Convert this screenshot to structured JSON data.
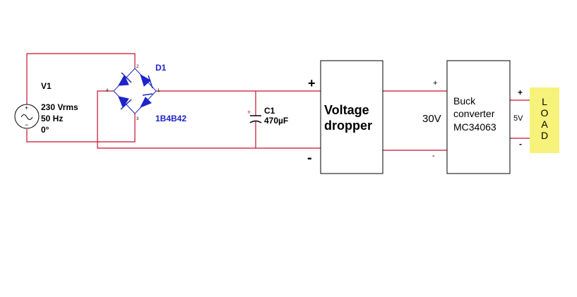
{
  "source": {
    "ref": "V1",
    "voltage": "230 Vrms",
    "frequency": "50 Hz",
    "phase": "0°",
    "plus_sign": "+",
    "minus_sign": "−"
  },
  "bridge": {
    "ref": "D1",
    "part": "1B4B42",
    "pins": {
      "top": "2",
      "left": "4",
      "right": "1",
      "bottom": "3"
    }
  },
  "capacitor": {
    "ref": "C1",
    "value": "470µF",
    "polarity": "+"
  },
  "dropper": {
    "line1": "Voltage",
    "line2": "dropper",
    "in_plus": "+",
    "in_minus": "-"
  },
  "rail_voltage": "30V",
  "buck": {
    "line1": "Buck",
    "line2": "converter",
    "line3": "MC34063",
    "in_plus": "+",
    "in_minus": "-"
  },
  "output_voltage": "5V",
  "load": {
    "letters": [
      "L",
      "O",
      "A",
      "D"
    ],
    "plus": "+",
    "minus": "-",
    "fill": "#f7f27a"
  },
  "colors": {
    "wire": "#c8102e",
    "component": "#1f24c8"
  }
}
